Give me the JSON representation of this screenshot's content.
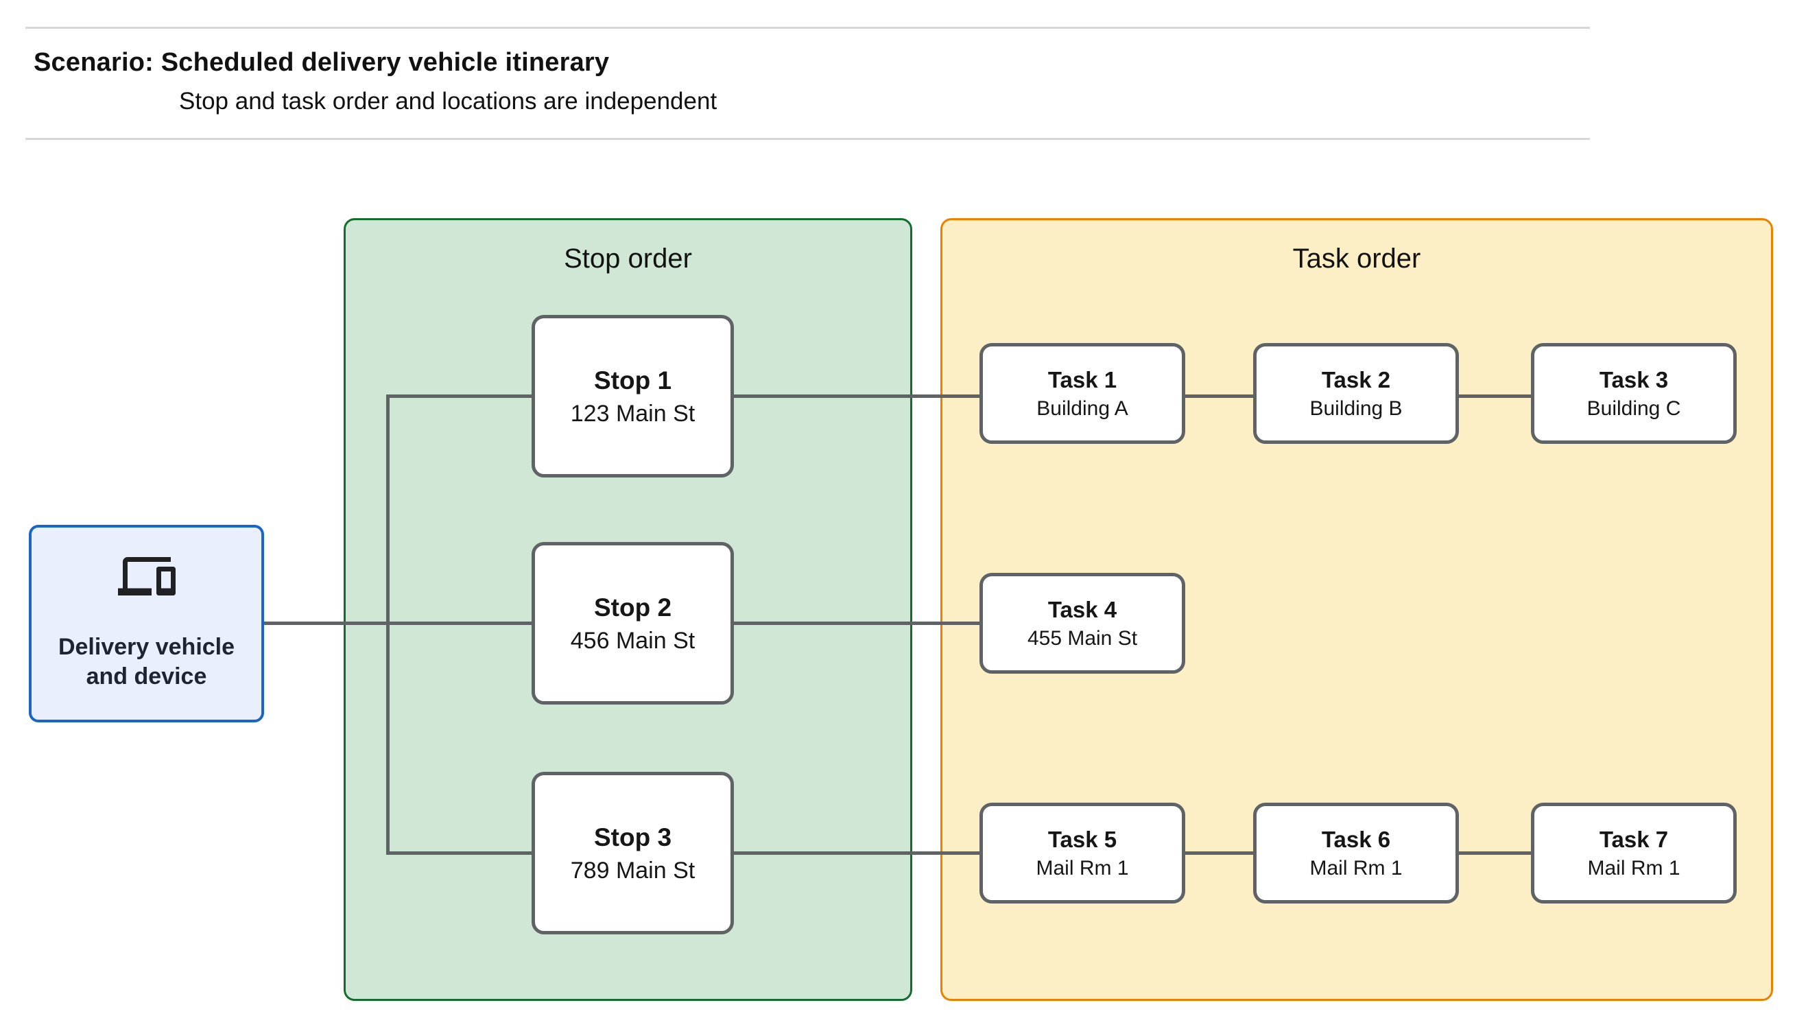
{
  "header": {
    "title": "Scenario: Scheduled delivery vehicle itinerary",
    "subtitle": "Stop and task order and locations are independent"
  },
  "source": {
    "label": "Delivery vehicle and device",
    "icon": "devices-icon"
  },
  "panels": {
    "stop": {
      "label": "Stop order"
    },
    "task": {
      "label": "Task order"
    }
  },
  "stops": [
    {
      "title": "Stop 1",
      "subtitle": "123 Main St"
    },
    {
      "title": "Stop 2",
      "subtitle": "456 Main St"
    },
    {
      "title": "Stop 3",
      "subtitle": "789 Main St"
    }
  ],
  "tasks": [
    {
      "title": "Task 1",
      "subtitle": "Building A"
    },
    {
      "title": "Task 2",
      "subtitle": "Building B"
    },
    {
      "title": "Task 3",
      "subtitle": "Building C"
    },
    {
      "title": "Task 4",
      "subtitle": "455 Main St"
    },
    {
      "title": "Task 5",
      "subtitle": "Mail Rm 1"
    },
    {
      "title": "Task 6",
      "subtitle": "Mail Rm 1"
    },
    {
      "title": "Task 7",
      "subtitle": "Mail Rm 1"
    }
  ],
  "edges": [
    {
      "from": "delivery-vehicle",
      "to": "stop-1"
    },
    {
      "from": "delivery-vehicle",
      "to": "stop-2"
    },
    {
      "from": "delivery-vehicle",
      "to": "stop-3"
    },
    {
      "from": "stop-1",
      "to": "task-1"
    },
    {
      "from": "task-1",
      "to": "task-2"
    },
    {
      "from": "task-2",
      "to": "task-3"
    },
    {
      "from": "stop-2",
      "to": "task-4"
    },
    {
      "from": "stop-3",
      "to": "task-5"
    },
    {
      "from": "task-5",
      "to": "task-6"
    },
    {
      "from": "task-6",
      "to": "task-7"
    }
  ],
  "colors": {
    "stop_panel_fill": "#d0e7d6",
    "stop_panel_border": "#146c2e",
    "task_panel_fill": "#fcefc5",
    "task_panel_border": "#ec8100",
    "source_fill": "#e9effc",
    "source_border": "#1a66c8",
    "node_border": "#5f6366",
    "connector": "#5f6366",
    "text": "#111111",
    "rule": "#d7d7d7"
  }
}
